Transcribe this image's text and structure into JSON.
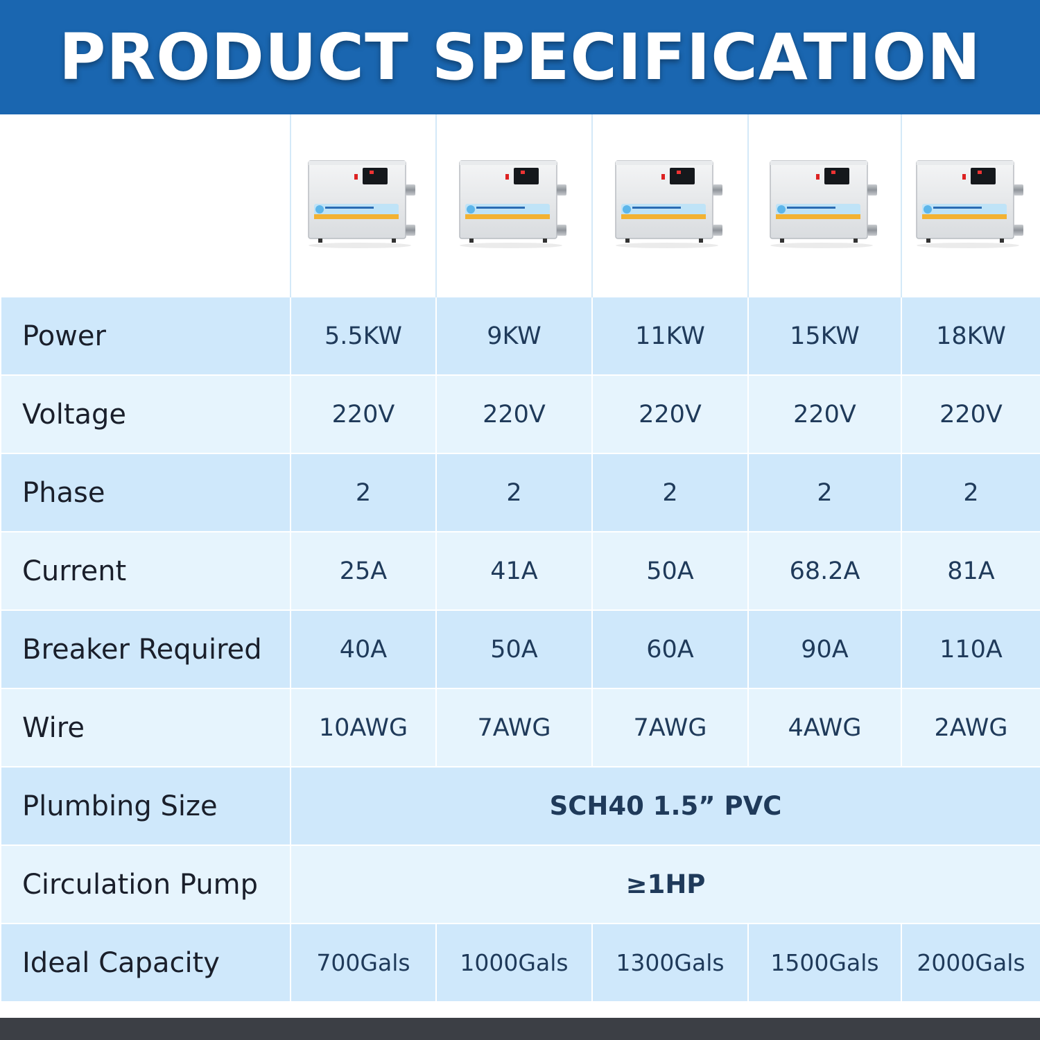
{
  "header": {
    "title": "PRODUCT SPECIFICATION"
  },
  "colors": {
    "header_bg": "#1a66b0",
    "row_dark": "#cfe8fb",
    "row_light": "#e6f4fd",
    "footer": "#3c3f45"
  },
  "products": [
    {
      "image_icon": "pool-heater-image",
      "power": "5.5KW",
      "voltage": "220V",
      "phase": "2",
      "current": "25A",
      "breaker": "40A",
      "wire": "10AWG",
      "capacity": "700Gals"
    },
    {
      "image_icon": "pool-heater-image",
      "power": "9KW",
      "voltage": "220V",
      "phase": "2",
      "current": "41A",
      "breaker": "50A",
      "wire": "7AWG",
      "capacity": "1000Gals"
    },
    {
      "image_icon": "pool-heater-image",
      "power": "11KW",
      "voltage": "220V",
      "phase": "2",
      "current": "50A",
      "breaker": "60A",
      "wire": "7AWG",
      "capacity": "1300Gals"
    },
    {
      "image_icon": "pool-heater-image",
      "power": "15KW",
      "voltage": "220V",
      "phase": "2",
      "current": "68.2A",
      "breaker": "90A",
      "wire": "4AWG",
      "capacity": "1500Gals"
    },
    {
      "image_icon": "pool-heater-image",
      "power": "18KW",
      "voltage": "220V",
      "phase": "2",
      "current": "81A",
      "breaker": "110A",
      "wire": "2AWG",
      "capacity": "2000Gals"
    }
  ],
  "labels": {
    "power": "Power",
    "voltage": "Voltage",
    "phase": "Phase",
    "current": "Current",
    "breaker": "Breaker Required",
    "wire": "Wire",
    "plumbing": "Plumbing Size",
    "pump": "Circulation Pump",
    "capacity": "Ideal Capacity"
  },
  "shared": {
    "plumbing": "SCH40 1.5” PVC",
    "pump": "≥1HP"
  }
}
